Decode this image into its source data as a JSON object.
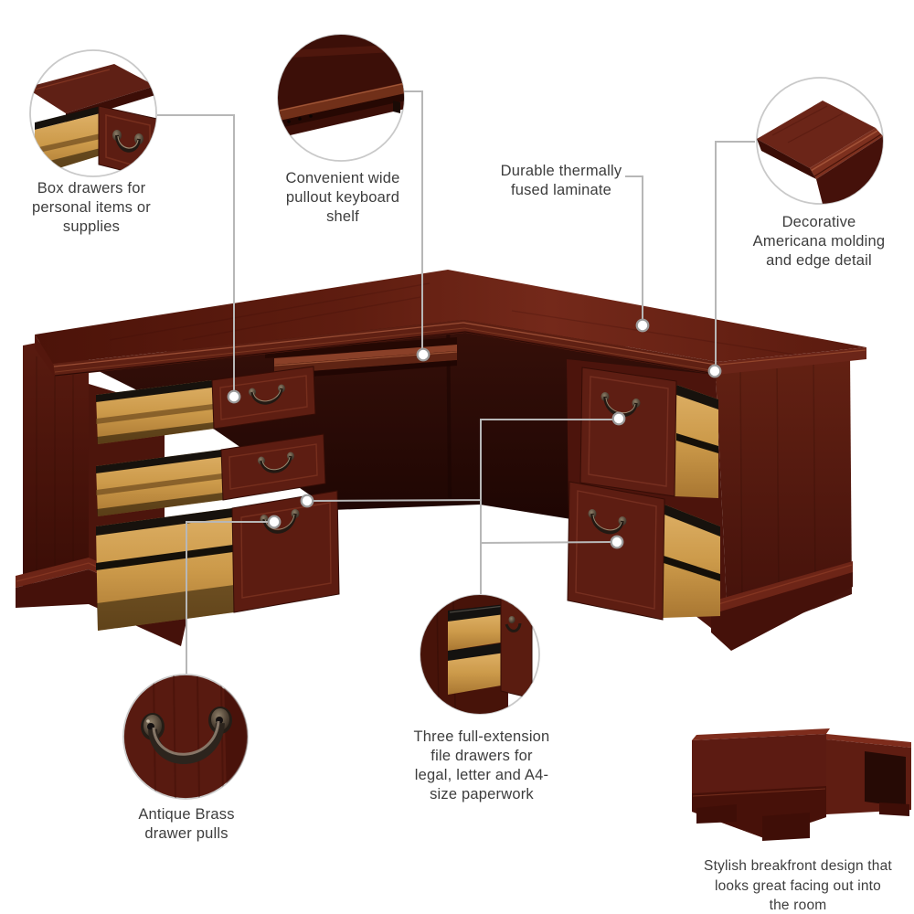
{
  "product_diagram": {
    "type": "furniture-feature-callout-diagram",
    "subject": "L-shaped executive desk, harvest cherry finish"
  },
  "colors": {
    "background": "#ffffff",
    "mahogany": "#5e1e13",
    "mahogany_dark": "#3c0d06",
    "mahogany_light": "#7b2d1e",
    "tan_drawer_wood": "#d3a057",
    "connector_line": "#b7b7b7",
    "marker_stroke": "#9b9b9b",
    "circle_stroke": "#c9c9c9",
    "text": "#3d3d3d",
    "pull_metal": "#8a7a64"
  },
  "callouts": {
    "box_drawers": {
      "lines": [
        "Box drawers for",
        "personal items or",
        "supplies"
      ]
    },
    "keyboard_shelf": {
      "lines": [
        "Convenient wide",
        "pullout keyboard",
        "shelf"
      ]
    },
    "laminate": {
      "lines": [
        "Durable thermally",
        "fused laminate"
      ]
    },
    "molding": {
      "lines": [
        "Decorative",
        "Americana molding",
        "and edge detail"
      ]
    },
    "drawer_pulls": {
      "lines": [
        "Antique Brass",
        "drawer pulls"
      ]
    },
    "file_drawers": {
      "lines": [
        "Three full-extension",
        "file drawers for",
        "legal, letter and A4-",
        "size paperwork"
      ]
    },
    "breakfront": {
      "lines": [
        "Stylish breakfront design that",
        "looks great facing out into",
        "the room"
      ]
    }
  }
}
